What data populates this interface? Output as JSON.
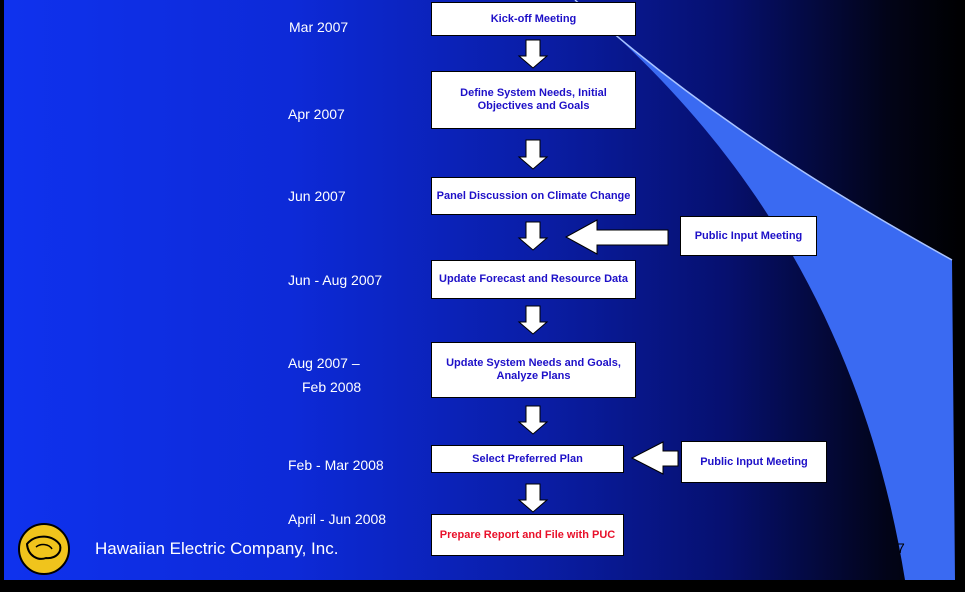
{
  "dates": {
    "d1": "Mar 2007",
    "d2": "Apr 2007",
    "d3": "Jun 2007",
    "d4": "Jun - Aug 2007",
    "d5a": "Aug 2007 –",
    "d5b": "Feb 2008",
    "d6": "Feb - Mar 2008",
    "d7": "April - Jun 2008"
  },
  "steps": {
    "s1": "Kick-off Meeting",
    "s2": "Define System Needs, Initial Objectives and Goals",
    "s3": "Panel Discussion on Climate Change",
    "s4": "Update Forecast and Resource Data",
    "s5": "Update System Needs and Goals, Analyze Plans",
    "s6": "Select Preferred Plan",
    "s7": "Prepare Report and File with PUC"
  },
  "inputs": {
    "p1": "Public Input Meeting",
    "p2": "Public Input Meeting"
  },
  "footer": {
    "company": "Hawaiian Electric Company, Inc.",
    "page": "7"
  },
  "colors": {
    "step_text": "#1e10c8",
    "final_step_text": "#e8102a",
    "background_left": "#0f32ee",
    "background_right": "#000000"
  }
}
